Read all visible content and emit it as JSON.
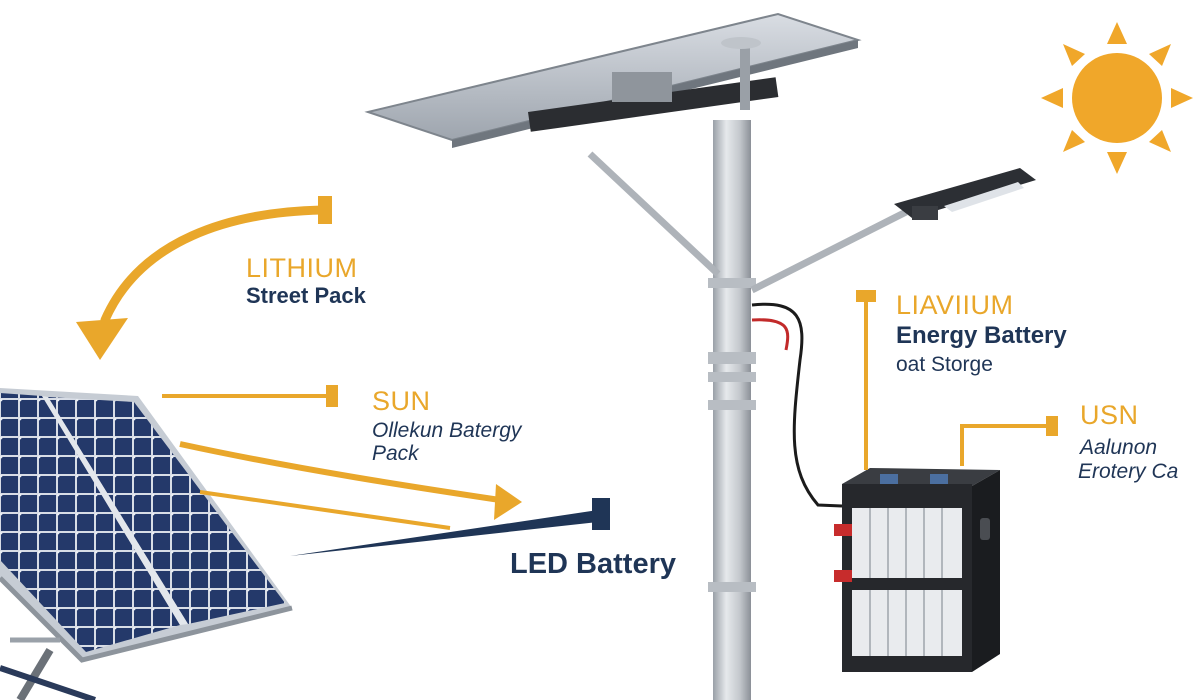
{
  "labels": {
    "lithium": {
      "title": "LITHIUM",
      "subtitle": "Street Pack"
    },
    "sun": {
      "title": "SUN",
      "line1": "Ollekun Batergy",
      "line2": "Pack"
    },
    "led": {
      "title": "LED Battery"
    },
    "lavium": {
      "title": "LIAVIIUM",
      "line1": "Energy Battery",
      "line2": "oat Storge"
    },
    "usn": {
      "title": "USN",
      "line1": "Aalunon",
      "line2": "Erotery Ca"
    }
  },
  "icons": [
    "sun-icon",
    "solar-panel",
    "street-light-pole",
    "led-lamp-head",
    "battery-cabinet"
  ],
  "colors": {
    "accent": "#e9a72b",
    "navy": "#1f3556",
    "panel_cell": "#243a66",
    "pole": "#c9cdd2",
    "cabinet": "#26282c"
  }
}
